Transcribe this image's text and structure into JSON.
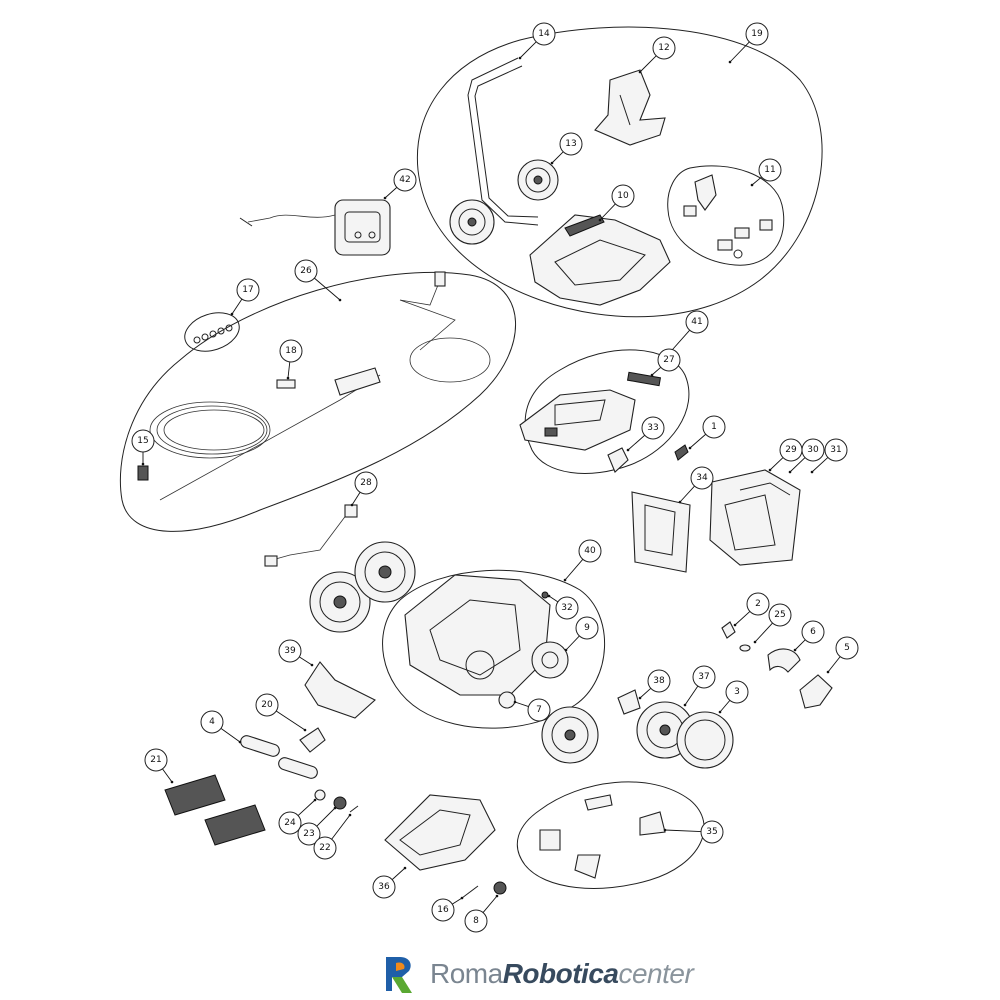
{
  "callouts": [
    {
      "n": "14"
    },
    {
      "n": "12"
    },
    {
      "n": "19"
    },
    {
      "n": "13"
    },
    {
      "n": "10"
    },
    {
      "n": "11"
    },
    {
      "n": "42"
    },
    {
      "n": "26"
    },
    {
      "n": "17"
    },
    {
      "n": "18"
    },
    {
      "n": "15"
    },
    {
      "n": "41"
    },
    {
      "n": "27"
    },
    {
      "n": "33"
    },
    {
      "n": "1"
    },
    {
      "n": "29"
    },
    {
      "n": "30"
    },
    {
      "n": "31"
    },
    {
      "n": "34"
    },
    {
      "n": "28"
    },
    {
      "n": "40"
    },
    {
      "n": "32"
    },
    {
      "n": "9"
    },
    {
      "n": "2"
    },
    {
      "n": "25"
    },
    {
      "n": "6"
    },
    {
      "n": "5"
    },
    {
      "n": "39"
    },
    {
      "n": "20"
    },
    {
      "n": "38"
    },
    {
      "n": "37"
    },
    {
      "n": "3"
    },
    {
      "n": "7"
    },
    {
      "n": "4"
    },
    {
      "n": "21"
    },
    {
      "n": "24"
    },
    {
      "n": "23"
    },
    {
      "n": "22"
    },
    {
      "n": "36"
    },
    {
      "n": "35"
    },
    {
      "n": "16"
    },
    {
      "n": "8"
    }
  ],
  "brand": {
    "part1": "Roma",
    "part2": "Robotica",
    "part3": "center",
    "colors": {
      "blue": "#1f5fa8",
      "orange": "#f08a1c",
      "green": "#5aa832",
      "text_dark": "#374a5e",
      "text_light": "#8a949c"
    }
  }
}
